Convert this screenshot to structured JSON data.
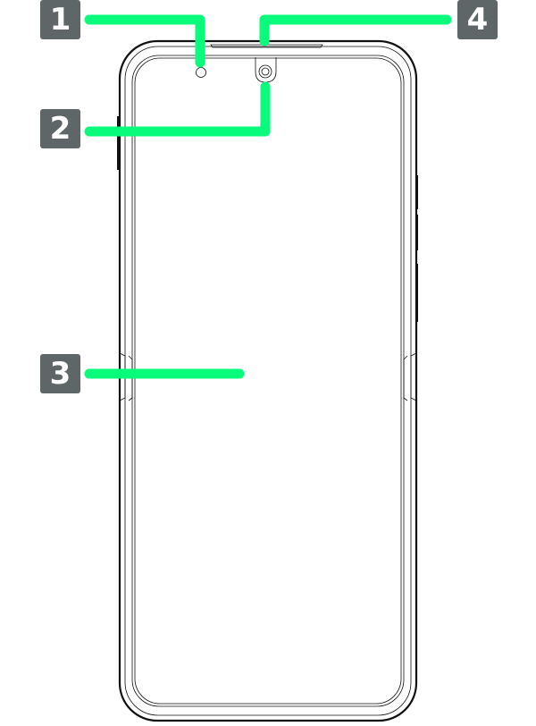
{
  "callouts": [
    {
      "label": "1"
    },
    {
      "label": "2"
    },
    {
      "label": "3"
    },
    {
      "label": "4"
    }
  ],
  "colors": {
    "badge": "#5f6667",
    "leader": "#08fb7a",
    "outline": "#111111"
  }
}
